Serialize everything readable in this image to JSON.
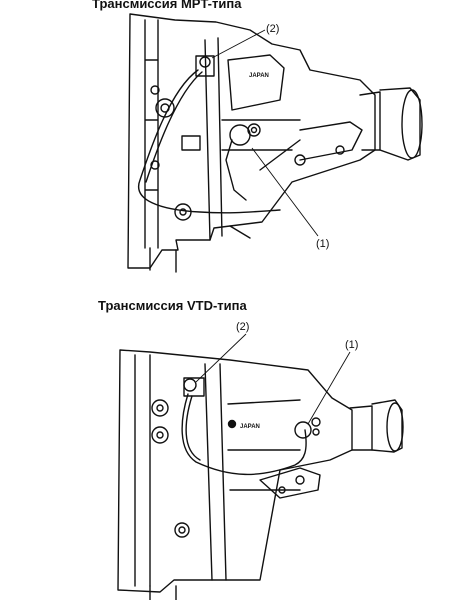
{
  "titles": {
    "top": "Трансмиссия MPT-типа",
    "bottom": "Трансмиссия VTD-типа"
  },
  "figure_top": {
    "callouts": {
      "c1": "(1)",
      "c2": "(2)"
    },
    "stamp": "JAPAN"
  },
  "figure_bottom": {
    "callouts": {
      "c1": "(1)",
      "c2": "(2)"
    },
    "stamp": "JAPAN"
  },
  "colors": {
    "ink": "#111111",
    "background": "#ffffff"
  }
}
